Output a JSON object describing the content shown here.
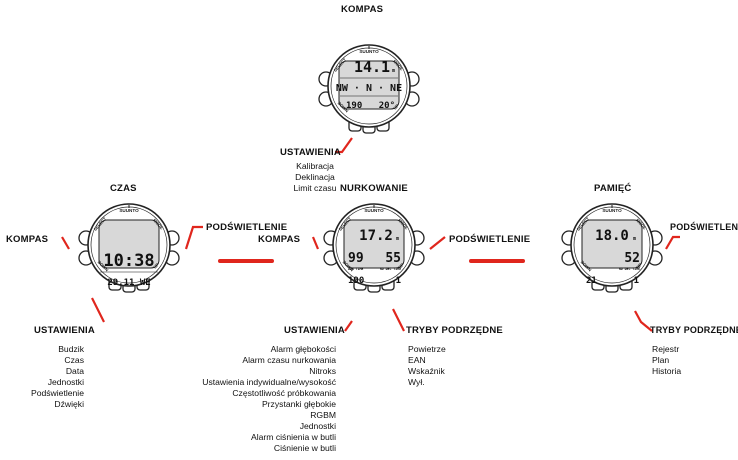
{
  "compass_top": {
    "title": "KOMPAS",
    "brand": "SUUNTO",
    "buttons": {
      "select": "SELECT",
      "mode": "MODE",
      "down": "DOWN",
      "up": "UP"
    },
    "lcd": {
      "depth": "14.1",
      "unit": "m",
      "heading": "NW · N · NE",
      "left_value": "190",
      "right_value": "20°"
    },
    "settings_label": "USTAWIENIA",
    "settings_items": [
      "Kalibracja",
      "Deklinacja",
      "Limit czasu"
    ]
  },
  "time_watch": {
    "title": "CZAS",
    "brand": "SUUNTO",
    "buttons": {
      "select": "SELECT",
      "mode": "MODE",
      "down": "DOWN",
      "up": "UP"
    },
    "lcd": {
      "time": "10:38",
      "date": "29.11 WE"
    },
    "left_label": "KOMPAS",
    "right_label": "PODŚWIETLENIE",
    "settings_label": "USTAWIENIA",
    "settings_items": [
      "Budzik",
      "Czas",
      "Data",
      "Jednostki",
      "Podświetlenie",
      "Dźwięki"
    ]
  },
  "dive_watch": {
    "title": "NURKOWANIE",
    "brand": "SUUNTO",
    "buttons": {
      "select": "SELECT",
      "mode": "MODE",
      "down": "DOWN",
      "up": "UP"
    },
    "lcd": {
      "depth": "17.2",
      "unit": "m",
      "left_value": "99",
      "right_value": "55",
      "air_time": "AIR TIME",
      "no_dec_time": "NO DEC TIME",
      "bottom_left": "190",
      "bottom_right": "1"
    },
    "left_label": "KOMPAS",
    "right_label": "PODŚWIETLENIE",
    "settings_label": "USTAWIENIA",
    "settings_items": [
      "Alarm głębokości",
      "Alarm czasu nurkowania",
      "Nitroks",
      "Ustawienia indywidualne/wysokość",
      "Częstotliwość próbkowania",
      "Przystanki głębokie",
      "RGBM",
      "Jednostki",
      "Alarm ciśnienia w butli",
      "Ciśnienie w butli"
    ],
    "submodes_label": "TRYBY PODRZĘDNE",
    "submodes_items": [
      "Powietrze",
      "EAN",
      "Wskaźnik",
      "Wył."
    ]
  },
  "memory_watch": {
    "title": "PAMIĘĆ",
    "brand": "SUUNTO",
    "buttons": {
      "select": "SELECT",
      "mode": "MODE",
      "down": "DOWN",
      "up": "UP"
    },
    "lcd": {
      "depth": "18.0",
      "unit": "m",
      "mid_value": "52",
      "no_dec_time": "NO DEC TIME",
      "bottom_left": "21",
      "bottom_right": "1"
    },
    "right_label": "PODŚWIETLENIE",
    "submodes_label": "TRYBY PODRZĘDNE",
    "submodes_items": [
      "Rejestr",
      "Plan",
      "Historia"
    ]
  },
  "colors": {
    "accent": "#e0261d",
    "lcd": "#d8d8d8",
    "ink": "#111111"
  }
}
